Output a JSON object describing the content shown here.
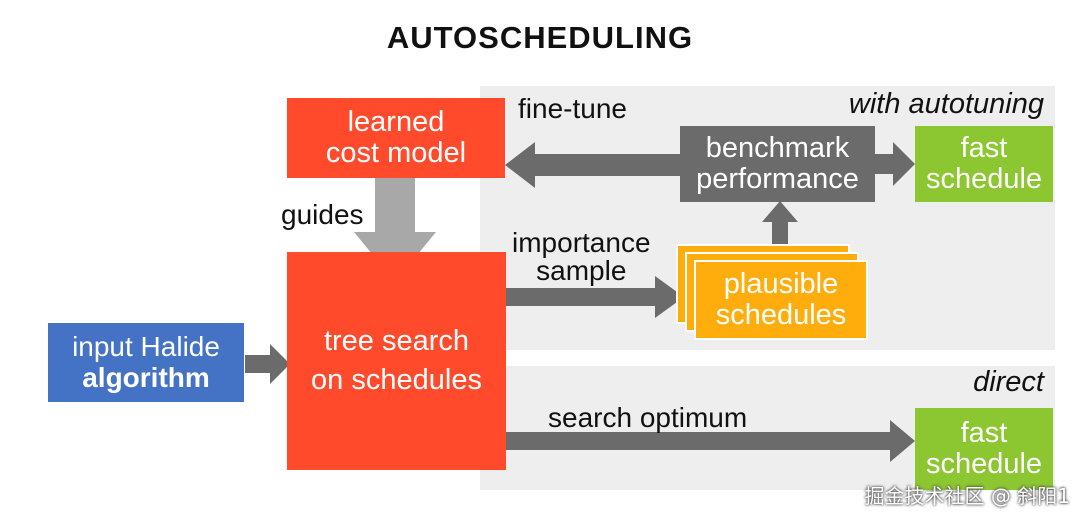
{
  "title": "AUTOSCHEDULING",
  "panels": {
    "autotuning_label": "with autotuning",
    "direct_label": "direct"
  },
  "nodes": {
    "cost_model": [
      "learned",
      "cost model"
    ],
    "tree_search": [
      "tree search",
      "on schedules"
    ],
    "input": [
      "input Halide",
      "algorithm"
    ],
    "benchmark": [
      "benchmark",
      "performance"
    ],
    "plausible": [
      "plausible",
      "schedules"
    ],
    "fast_top": [
      "fast",
      "schedule"
    ],
    "fast_bottom": [
      "fast",
      "schedule"
    ]
  },
  "edges": {
    "fine_tune": "fine-tune",
    "guides": "guides",
    "importance": [
      "importance",
      "sample"
    ],
    "search_optimum": "search optimum"
  },
  "colors": {
    "red": "#ff4a2b",
    "green": "#8cc630",
    "gray": "#6b6b6b",
    "blue": "#4472c4",
    "orange": "#ffad0c",
    "panel": "#eeeeee"
  },
  "watermark": "掘金技术社区 @ 斜阳1"
}
